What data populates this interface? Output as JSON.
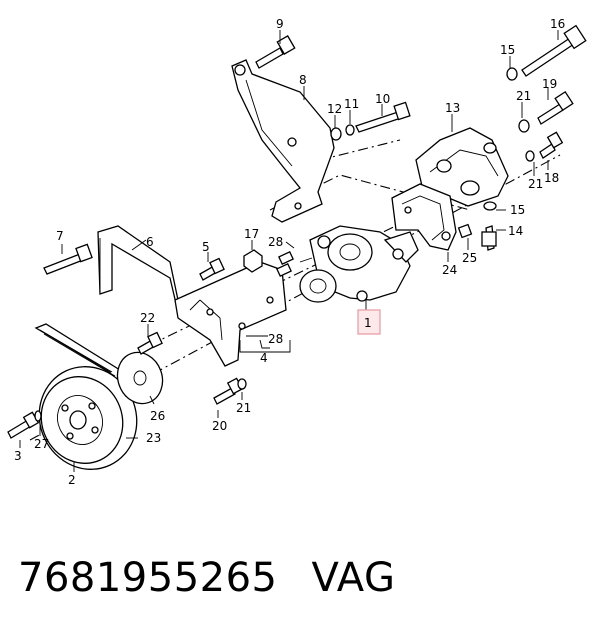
{
  "callouts": [
    "1",
    "2",
    "3",
    "4",
    "5",
    "6",
    "7",
    "8",
    "9",
    "10",
    "11",
    "12",
    "13",
    "14",
    "15",
    "16",
    "17",
    "18",
    "19",
    "20",
    "21",
    "22",
    "23",
    "24",
    "25",
    "26",
    "27",
    "28"
  ],
  "highlight": {
    "label": "1",
    "color": "#e8a0a8",
    "fill": "#fde8ea"
  },
  "footer": {
    "part_number": "7681955265",
    "brand": "VAG"
  }
}
